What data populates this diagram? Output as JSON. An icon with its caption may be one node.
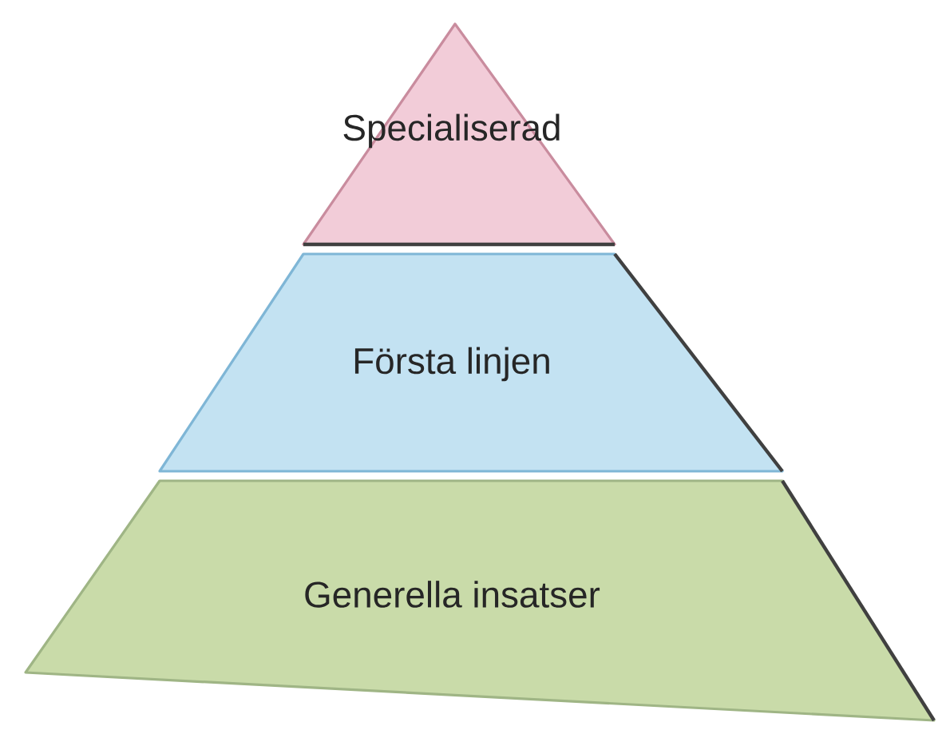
{
  "diagram": {
    "nodes": [
      {
        "text": [
          "Specialiserad"
        ]
      },
      {
        "text": [
          "Första linjen"
        ]
      },
      {
        "text": [
          "Generella insatser"
        ]
      }
    ]
  }
}
